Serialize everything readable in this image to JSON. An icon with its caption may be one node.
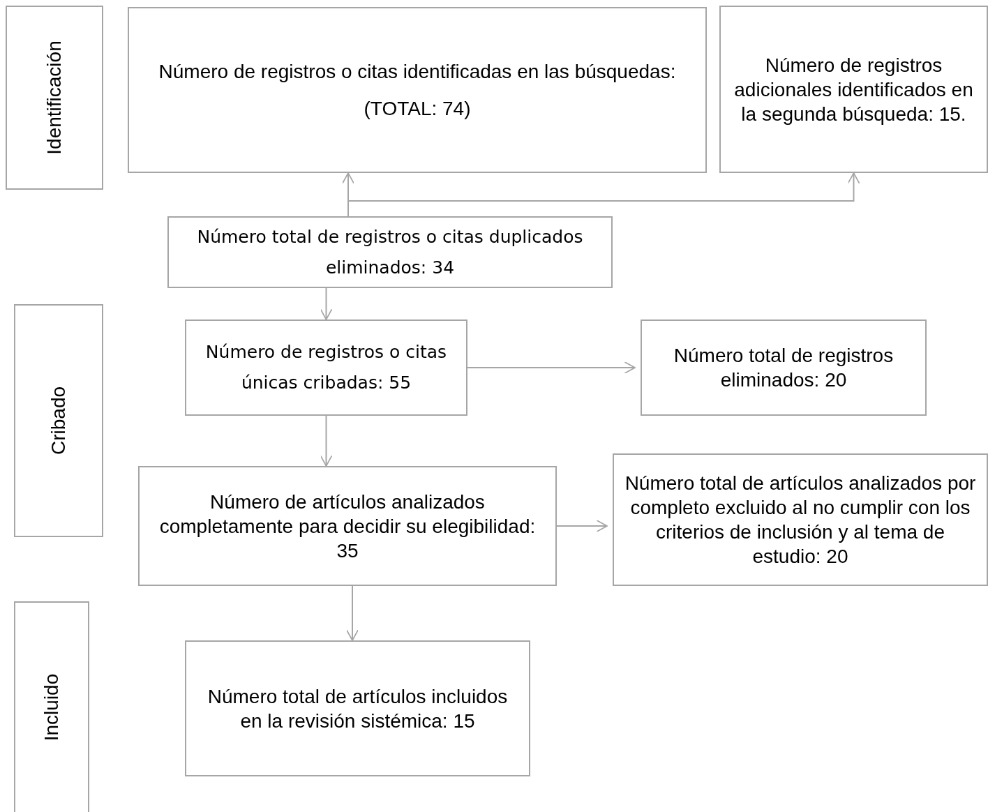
{
  "diagram": {
    "nodes": [
      {
        "text": [
          "Identificación"
        ]
      },
      {
        "text": [
          "Número de registros o citas identificadas en las búsquedas:",
          "(TOTAL: 74)"
        ]
      },
      {
        "text": [
          "Número de registros adicionales identificados en la segunda búsqueda: 15."
        ]
      },
      {
        "text": [
          "Número total de registros o citas duplicados eliminados: 34"
        ]
      },
      {
        "text": [
          "Cribado"
        ]
      },
      {
        "text": [
          "Número de registros o citas únicas cribadas: 55"
        ]
      },
      {
        "text": [
          "Número total de registros eliminados: 20"
        ]
      },
      {
        "text": [
          "Número de artículos analizados completamente para decidir su elegibilidad: 35"
        ]
      },
      {
        "text": [
          "Número total de artículos analizados por completo excluido al no cumplir con los criterios de inclusión y al tema de estudio: 20"
        ]
      },
      {
        "text": [
          "Incluido"
        ]
      },
      {
        "text": [
          "Número total de artículos incluidos en la revisión sistémica: 15"
        ]
      }
    ],
    "edges": [
      {
        "from": 3,
        "to": 1,
        "arrow": "to"
      },
      {
        "from": 3,
        "to": 2,
        "arrow": "to"
      },
      {
        "from": 3,
        "to": 5,
        "arrow": "to"
      },
      {
        "from": 5,
        "to": 6,
        "arrow": "to"
      },
      {
        "from": 5,
        "to": 7,
        "arrow": "to"
      },
      {
        "from": 7,
        "to": 8,
        "arrow": "to"
      },
      {
        "from": 7,
        "to": 10,
        "arrow": "to"
      }
    ]
  }
}
